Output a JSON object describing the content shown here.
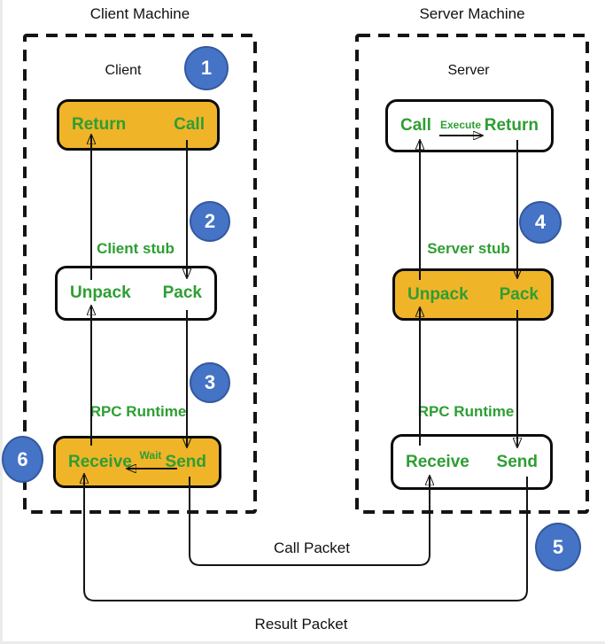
{
  "colors": {
    "box_orange": "#F0B429",
    "box_white": "#FFFFFF",
    "label_green": "#2E9E33",
    "step_blue": "#4573C6",
    "step_blue_border": "#34599F",
    "ink": "#141414"
  },
  "client": {
    "machine_title": "Client Machine",
    "layer_title": "Client",
    "app_box": {
      "left_label": "Return",
      "right_label": "Call"
    },
    "stub_title": "Client stub",
    "stub_box": {
      "left_label": "Unpack",
      "right_label": "Pack"
    },
    "runtime_title": "RPC Runtime",
    "runtime_box": {
      "left_label": "Receive",
      "wait_label": "Wait",
      "right_label": "Send"
    }
  },
  "server": {
    "machine_title": "Server Machine",
    "layer_title": "Server",
    "app_box": {
      "left_label": "Call",
      "execute_label": "Execute",
      "right_label": "Return"
    },
    "stub_title": "Server stub",
    "stub_box": {
      "left_label": "Unpack",
      "right_label": "Pack"
    },
    "runtime_title": "RPC Runtime",
    "runtime_box": {
      "left_label": "Receive",
      "right_label": "Send"
    }
  },
  "steps": [
    "1",
    "2",
    "3",
    "4",
    "5",
    "6"
  ],
  "packets": {
    "call_label": "Call Packet",
    "result_label": "Result Packet"
  }
}
